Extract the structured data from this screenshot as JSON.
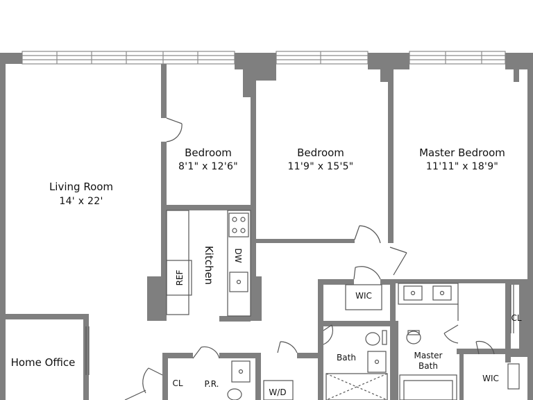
{
  "colors": {
    "wall": "#7f7f7f",
    "line": "#555555",
    "window": "#8a8a8a",
    "background": "#ffffff"
  },
  "rooms": {
    "living_room": {
      "name": "Living Room",
      "dims": "14' x 22'"
    },
    "bedroom_1": {
      "name": "Bedroom",
      "dims": "8'1\" x 12'6\""
    },
    "bedroom_2": {
      "name": "Bedroom",
      "dims": "11'9\" x 15'5\""
    },
    "master_bedroom": {
      "name": "Master Bedroom",
      "dims": "11'11\" x 18'9\""
    },
    "kitchen": {
      "name": "Kitchen"
    },
    "home_office": {
      "name": "Home Office"
    },
    "bath": {
      "name": "Bath"
    },
    "master_bath": {
      "name_line1": "Master",
      "name_line2": "Bath"
    },
    "powder_room": {
      "name": "P.R."
    }
  },
  "fixtures": {
    "ref": "REF",
    "dw": "DW",
    "wic_1": "WIC",
    "wic_2": "WIC",
    "cl_1": "CL",
    "cl_2": "CL",
    "wd": "W/D"
  }
}
